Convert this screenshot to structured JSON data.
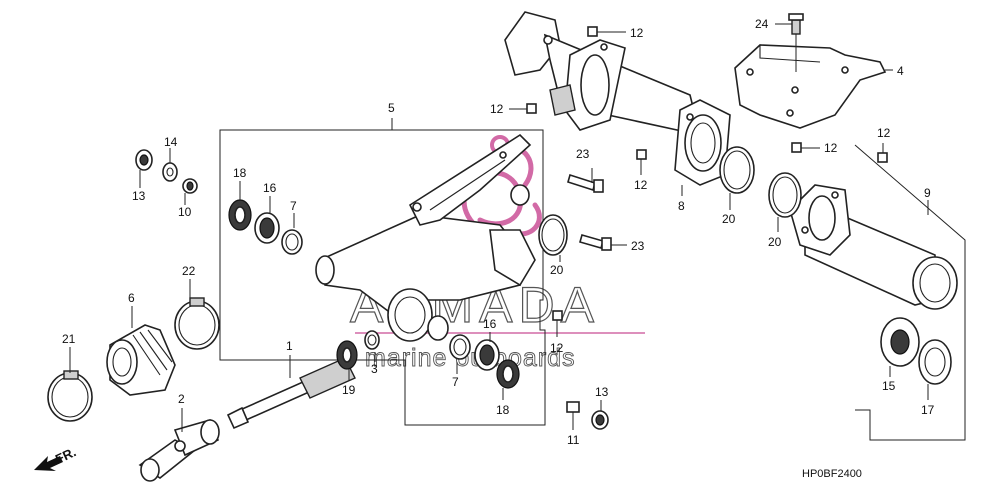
{
  "diagram": {
    "code": "HP0BF2400",
    "front_label": "FR.",
    "watermark": {
      "brand": "ARMADA",
      "tagline": "marine outboards",
      "accent_color": "#d26aa6"
    }
  },
  "callouts": [
    "1",
    "2",
    "3",
    "4",
    "5",
    "6",
    "7",
    "7",
    "8",
    "9",
    "10",
    "11",
    "12",
    "12",
    "12",
    "12",
    "12",
    "12",
    "13",
    "13",
    "14",
    "15",
    "16",
    "16",
    "17",
    "18",
    "18",
    "19",
    "20",
    "20",
    "20",
    "21",
    "22",
    "23",
    "23",
    "24"
  ]
}
